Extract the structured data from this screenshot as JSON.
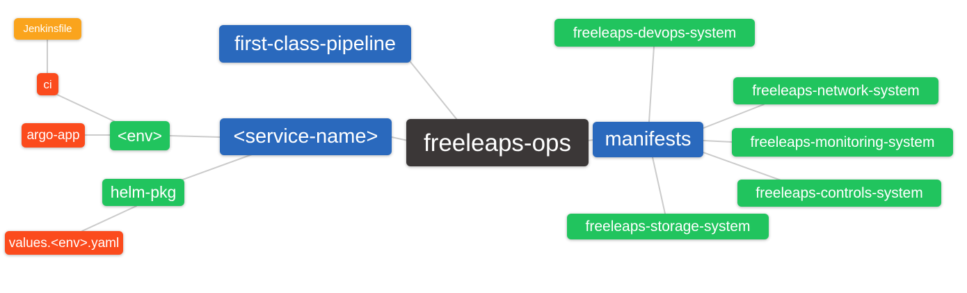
{
  "colors": {
    "blue": "#2A69BD",
    "green": "#21C45E",
    "red": "#FB4B1D",
    "orange": "#FAA41D",
    "dark": "#3B3737",
    "edge": "#CBCBCB",
    "text": "#FFFFFF",
    "background": "#FFFFFF"
  },
  "nodes": {
    "root": {
      "label": "freeleaps-ops",
      "color_role": "dark"
    },
    "first_class_pipeline": {
      "label": "first-class-pipeline",
      "color_role": "blue"
    },
    "service_name": {
      "label": "<service-name>",
      "color_role": "blue"
    },
    "manifests": {
      "label": "manifests",
      "color_role": "blue"
    },
    "env": {
      "label": "<env>",
      "color_role": "green"
    },
    "helm_pkg": {
      "label": "helm-pkg",
      "color_role": "green"
    },
    "ci": {
      "label": "ci",
      "color_role": "red"
    },
    "argo_app": {
      "label": "argo-app",
      "color_role": "red"
    },
    "jenkinsfile": {
      "label": "Jenkinsfile",
      "color_role": "orange"
    },
    "values_env_yaml": {
      "label": "values.<env>.yaml",
      "color_role": "red"
    },
    "devops_system": {
      "label": "freeleaps-devops-system",
      "color_role": "green"
    },
    "network_system": {
      "label": "freeleaps-network-system",
      "color_role": "green"
    },
    "monitoring_system": {
      "label": "freeleaps-monitoring-system",
      "color_role": "green"
    },
    "controls_system": {
      "label": "freeleaps-controls-system",
      "color_role": "green"
    },
    "storage_system": {
      "label": "freeleaps-storage-system",
      "color_role": "green"
    }
  },
  "edges": [
    {
      "from": "jenkinsfile",
      "to": "ci"
    },
    {
      "from": "ci",
      "to": "env"
    },
    {
      "from": "argo_app",
      "to": "env"
    },
    {
      "from": "env",
      "to": "service_name"
    },
    {
      "from": "helm_pkg",
      "to": "service_name"
    },
    {
      "from": "values_env_yaml",
      "to": "helm_pkg"
    },
    {
      "from": "first_class_pipeline",
      "to": "root"
    },
    {
      "from": "service_name",
      "to": "root"
    },
    {
      "from": "root",
      "to": "manifests"
    },
    {
      "from": "manifests",
      "to": "devops_system"
    },
    {
      "from": "manifests",
      "to": "network_system"
    },
    {
      "from": "manifests",
      "to": "monitoring_system"
    },
    {
      "from": "manifests",
      "to": "controls_system"
    },
    {
      "from": "manifests",
      "to": "storage_system"
    }
  ]
}
